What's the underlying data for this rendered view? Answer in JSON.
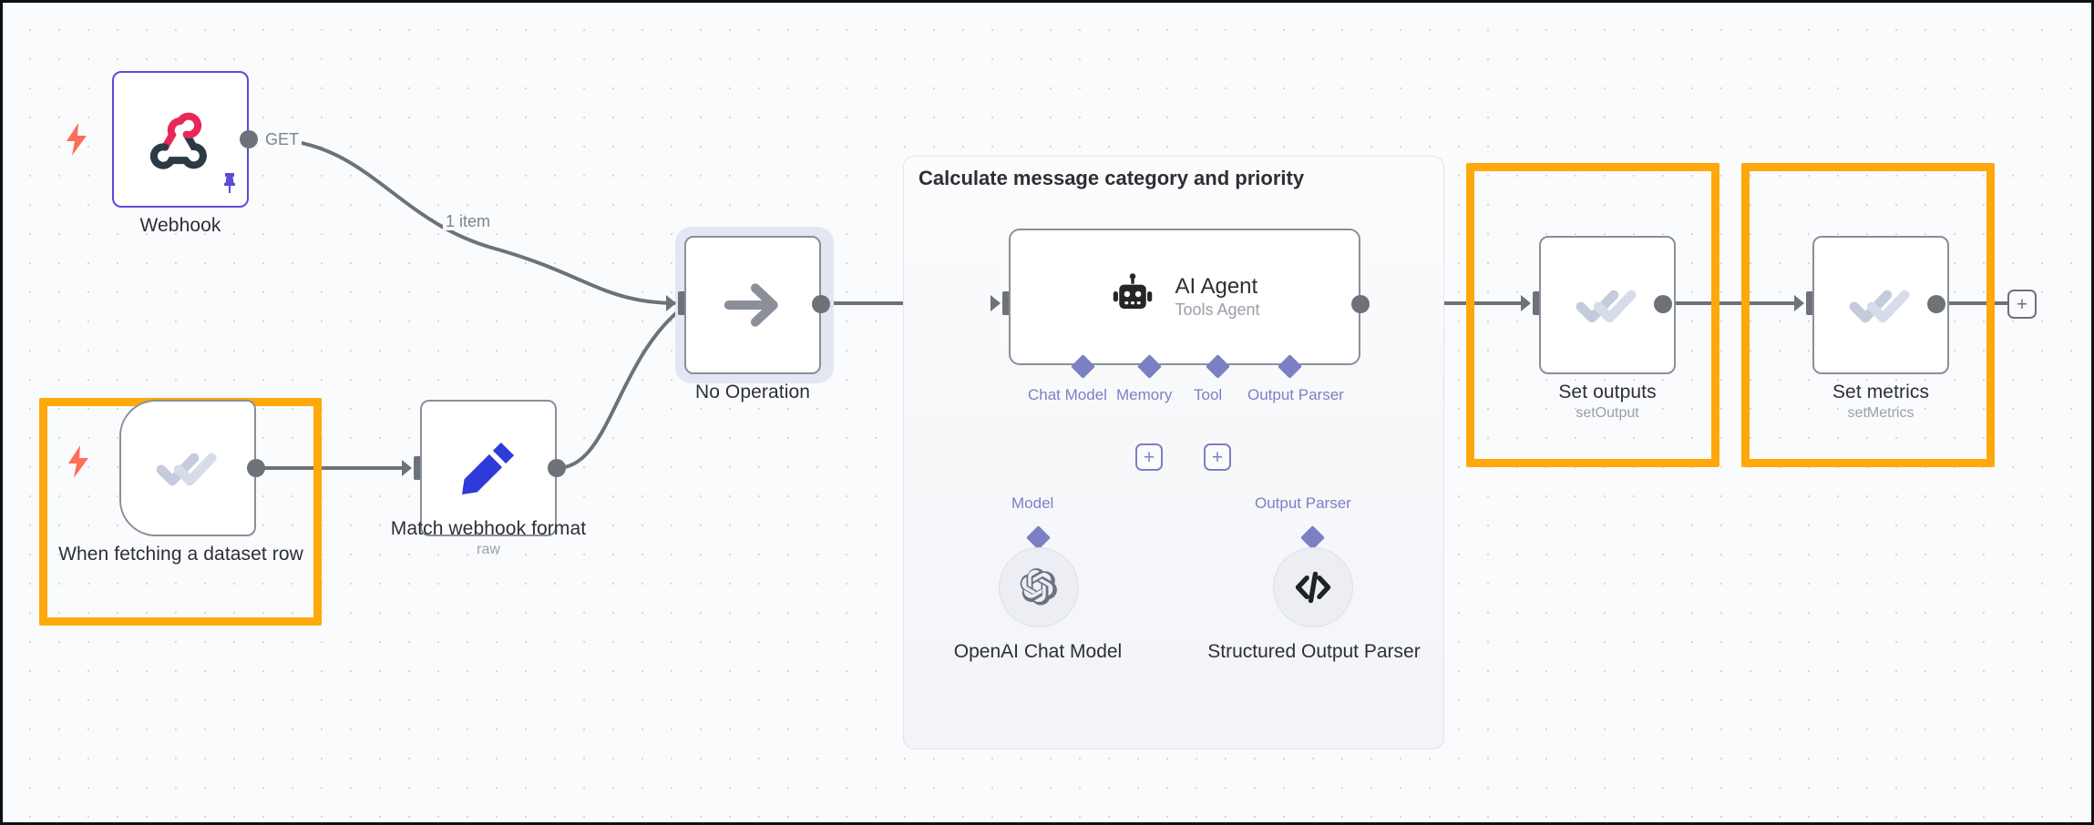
{
  "canvas": {
    "background_color": "#fafbfc",
    "grid_dot_color": "#d4d7dd",
    "border_color": "#0d1117",
    "highlight_color": "#ffa80b",
    "sub_connection_color": "#7b80c4",
    "wire_color": "#6d7278",
    "trigger_bolt_color": "#ff6d5a"
  },
  "nodes": {
    "webhook": {
      "label": "Webhook",
      "icon": "webhook-icon",
      "trigger_icon": "lightning-bolt-icon",
      "pinned_icon": "pin-icon",
      "output_label": "GET",
      "border_color": "#5b4bd6"
    },
    "dataset_trigger": {
      "label": "When fetching a dataset row",
      "icon": "double-check-icon",
      "trigger_icon": "lightning-bolt-icon",
      "highlighted": "true"
    },
    "match_webhook_format": {
      "label": "Match webhook format",
      "subtitle": "raw",
      "icon": "pencil-icon"
    },
    "no_operation": {
      "label": "No Operation",
      "icon": "arrow-right-icon",
      "selected": "true"
    },
    "ai_agent": {
      "title": "AI Agent",
      "subtitle": "Tools Agent",
      "icon": "robot-icon"
    },
    "openai_chat_model": {
      "label": "OpenAI Chat Model",
      "icon": "openai-icon",
      "connector_label": "Model"
    },
    "structured_output_parser": {
      "label": "Structured Output Parser",
      "icon": "code-brackets-icon",
      "connector_label": "Output Parser"
    },
    "set_outputs": {
      "label": "Set outputs",
      "subtitle": "setOutput",
      "icon": "double-check-icon",
      "highlighted": "true"
    },
    "set_metrics": {
      "label": "Set metrics",
      "subtitle": "setMetrics",
      "icon": "double-check-icon",
      "highlighted": "true"
    }
  },
  "agent_group": {
    "title": "Calculate message category and priority"
  },
  "agent_ports": [
    {
      "label": "Chat Model",
      "required": "*"
    },
    {
      "label": "Memory",
      "required": ""
    },
    {
      "label": "Tool",
      "required": ""
    },
    {
      "label": "Output Parser",
      "required": "*"
    }
  ],
  "edges": {
    "webhook_to_noop_label": "1 item",
    "webhook_output_label": "GET"
  },
  "buttons": {
    "add_node_plus": "+",
    "add_memory_plus": "+",
    "add_tool_plus": "+"
  }
}
